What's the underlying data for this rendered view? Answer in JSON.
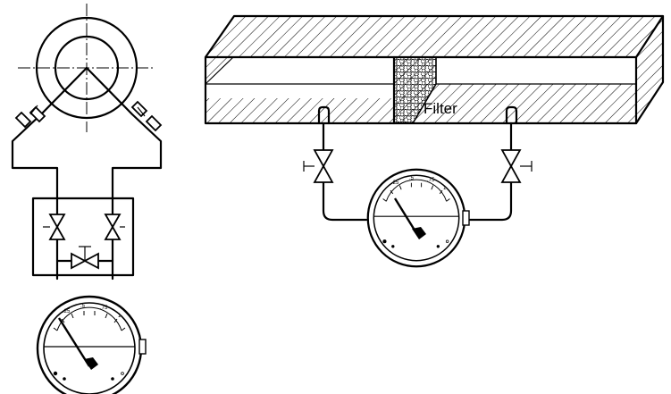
{
  "duct": {
    "filter_label": "Filter"
  },
  "gauge": {
    "scale_labels": [
      ".25",
      ".5",
      ".75",
      "1"
    ]
  },
  "colors": {
    "ink": "#000000",
    "paper": "#ffffff"
  }
}
